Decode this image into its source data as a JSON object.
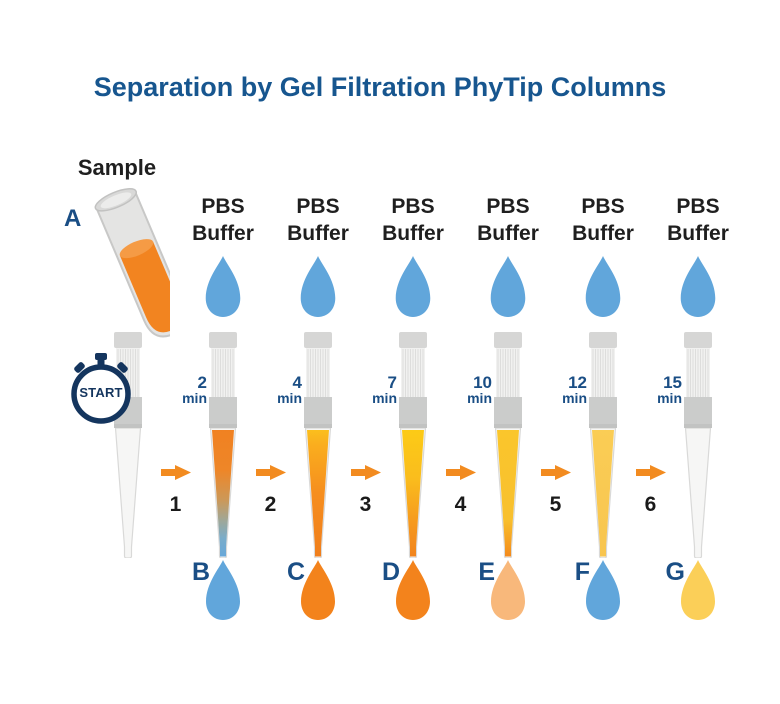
{
  "title": "Separation by Gel Filtration PhyTip Columns",
  "sample": {
    "label": "Sample",
    "letter": "A"
  },
  "stopwatch": {
    "label": "START"
  },
  "buffer_label": {
    "line1": "PBS",
    "line2": "Buffer"
  },
  "time_unit": "min",
  "colors": {
    "title_blue": "#17568F",
    "navy": "#1A4E85",
    "stopwatch_navy": "#14355E",
    "text_dark": "#1F1F1F",
    "arrow_orange": "#F28B20",
    "buffer_blue": "#61A6DB",
    "sample_orange": "#F28420",
    "sample_orange_surface": "#F59B45",
    "tube_gray": "#E4E4E3",
    "tip_body_gray": "#F6F6F5"
  },
  "columns": [
    {
      "name": "start-tip",
      "has_buffer": false,
      "time": "",
      "letter": "",
      "drop_color": "",
      "tip_stops": []
    },
    {
      "name": "tip-2min",
      "has_buffer": true,
      "time": "2",
      "letter": "B",
      "drop_color": "#61A6DB",
      "tip_stops": [
        [
          0,
          "#F08121"
        ],
        [
          0.32,
          "#EE8628"
        ],
        [
          0.55,
          "#CC9858"
        ],
        [
          0.72,
          "#9CA89C"
        ],
        [
          0.85,
          "#79ACCA"
        ],
        [
          1,
          "#67A8DB"
        ]
      ]
    },
    {
      "name": "tip-4min",
      "has_buffer": true,
      "time": "4",
      "letter": "C",
      "drop_color": "#F3831C",
      "tip_stops": [
        [
          0,
          "#FBC01D"
        ],
        [
          0.12,
          "#FAAE1E"
        ],
        [
          0.5,
          "#F68E1E"
        ],
        [
          1,
          "#F07E1C"
        ]
      ]
    },
    {
      "name": "tip-7min",
      "has_buffer": true,
      "time": "7",
      "letter": "D",
      "drop_color": "#F3831C",
      "tip_stops": [
        [
          0,
          "#FCCB16"
        ],
        [
          0.38,
          "#FABD1D"
        ],
        [
          0.72,
          "#F69A1E"
        ],
        [
          1,
          "#F1831D"
        ]
      ]
    },
    {
      "name": "tip-10min",
      "has_buffer": true,
      "time": "10",
      "letter": "E",
      "drop_color": "#F8B87B",
      "tip_stops": [
        [
          0,
          "#FAC62C"
        ],
        [
          0.7,
          "#F8C02E"
        ],
        [
          0.92,
          "#F5981F"
        ],
        [
          1,
          "#F2871E"
        ]
      ]
    },
    {
      "name": "tip-12min",
      "has_buffer": true,
      "time": "12",
      "letter": "F",
      "drop_color": "#61A6DB",
      "tip_stops": [
        [
          0,
          "#FACD55"
        ],
        [
          1,
          "#F8C54F"
        ]
      ]
    },
    {
      "name": "tip-15min",
      "has_buffer": true,
      "time": "15",
      "letter": "G",
      "drop_color": "#FBCF58",
      "tip_stops": []
    }
  ],
  "arrows": [
    {
      "number": "1"
    },
    {
      "number": "2"
    },
    {
      "number": "3"
    },
    {
      "number": "4"
    },
    {
      "number": "5"
    },
    {
      "number": "6"
    }
  ]
}
